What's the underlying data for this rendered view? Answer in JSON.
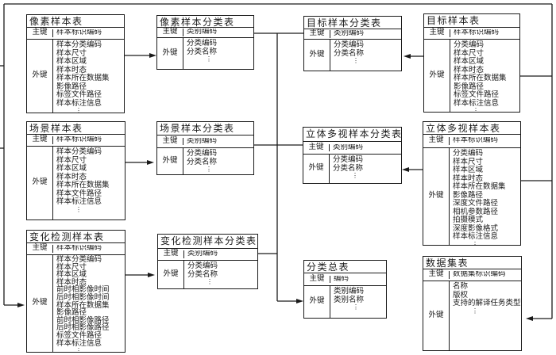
{
  "labels": {
    "primary_key": "主键",
    "foreign_key": "外键",
    "ellipsis": "⋮"
  },
  "colors": {
    "line": "#1a1a1a",
    "border": "#1a1a1a",
    "background": "#ffffff",
    "text": "#1a1a1a"
  },
  "tables": [
    {
      "id": "pixel-sample",
      "title": "像素样本表",
      "pk": "样本标识编码",
      "fk": [
        "样本分类编码",
        "样本尺寸",
        "样本区域",
        "样本时态",
        "样本所在数据集",
        "影像路径",
        "标签文件路径",
        "样本标注信息"
      ]
    },
    {
      "id": "pixel-sample-class",
      "title": "像素样本分类表",
      "pk": "类别编码",
      "fk": [
        "分类编码",
        "分类名称"
      ]
    },
    {
      "id": "target-sample-class",
      "title": "目标样本分类表",
      "pk": "类别编码",
      "fk": [
        "分类编码",
        "分类名称"
      ]
    },
    {
      "id": "target-sample",
      "title": "目标样本表",
      "pk": "样本标识编码",
      "fk": [
        "分类编码",
        "样本尺寸",
        "样本区域",
        "样本时态",
        "样本所在数据集",
        "影像路径",
        "标签文件路径",
        "样本标注信息"
      ]
    },
    {
      "id": "scene-sample",
      "title": "场景样本表",
      "pk": "样本标识编码",
      "fk": [
        "样本分类编码",
        "样本尺寸",
        "样本区域",
        "样本时态",
        "样本所在数据集",
        "样本文件路径",
        "样本标注信息"
      ]
    },
    {
      "id": "scene-sample-class",
      "title": "场景样本分类表",
      "pk": "类别编码",
      "fk": [
        "分类编码",
        "分类名称"
      ]
    },
    {
      "id": "stereo-sample-class",
      "title": "立体多视样本分类表",
      "pk": "类别编码",
      "fk": [
        "分类编码",
        "分类名称"
      ]
    },
    {
      "id": "stereo-sample",
      "title": "立体多视样本表",
      "pk": "样本标识编码",
      "fk": [
        "分类编码",
        "样本尺寸",
        "样本区域",
        "样本时态",
        "样本所在数据集",
        "影像路径",
        "深度文件路径",
        "相机参数路径",
        "拍摄模式",
        "深度影像格式",
        "样本标注信息"
      ]
    },
    {
      "id": "change-detect-sample",
      "title": "变化检测样本表",
      "pk": "样本标识编码",
      "fk": [
        "样本分类编码",
        "样本尺寸",
        "样本区域",
        "样本时态",
        "前时相影像时间",
        "后时相影像时间",
        "样本所在数据集",
        "影像路径",
        "前时相影像路径",
        "后时相影像路径",
        "标签文件路径",
        "样本标注信息"
      ]
    },
    {
      "id": "change-detect-sample-class",
      "title": "变化检测样本分类表",
      "pk": "类别编码",
      "fk": [
        "分类编码",
        "分类名称"
      ]
    },
    {
      "id": "class-master",
      "title": "分类总表",
      "pk": "编码",
      "fk": [
        "类别编码",
        "类别名称"
      ]
    },
    {
      "id": "dataset",
      "title": "数据集表",
      "pk": "数据集标识编码",
      "fk": [
        "名称",
        "版权",
        "支持的解译任务类型"
      ]
    }
  ]
}
